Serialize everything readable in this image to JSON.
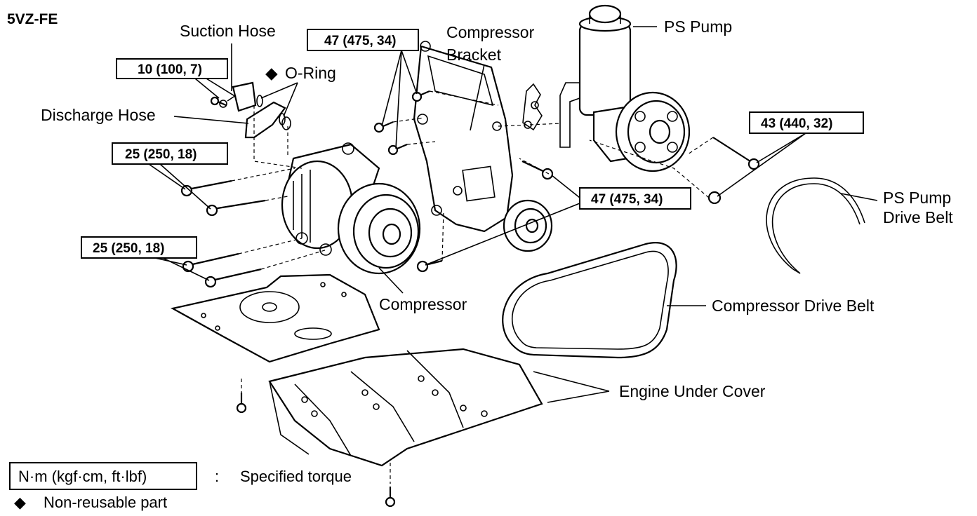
{
  "engine_code": "5VZ-FE",
  "labels": {
    "suction_hose": "Suction Hose",
    "o_ring": "O-Ring",
    "discharge_hose": "Discharge Hose",
    "compressor_bracket_1": "Compressor",
    "compressor_bracket_2": "Bracket",
    "ps_pump": "PS Pump",
    "ps_pump_drive_belt_1": "PS Pump",
    "ps_pump_drive_belt_2": "Drive Belt",
    "compressor": "Compressor",
    "compressor_drive_belt": "Compressor Drive Belt",
    "engine_under_cover": "Engine Under Cover"
  },
  "torque_specs": {
    "suction_hose_bolts": "10 (100, 7)",
    "bracket_bolts_top": "47 (475, 34)",
    "ps_pump_bolts": "43 (440, 32)",
    "compressor_bolts_upper": "25 (250, 18)",
    "compressor_bolts_lower": "25 (250, 18)",
    "bracket_bolts_right": "47 (475, 34)"
  },
  "symbols": {
    "non_reusable": "◆",
    "separator": ":"
  },
  "legend": {
    "unit_box": "N·m (kgf·cm, ft·lbf)",
    "specified_torque": "Specified torque",
    "non_reusable_part": "Non-reusable part"
  },
  "icons": [
    "bolt-icon",
    "diamond-icon"
  ]
}
